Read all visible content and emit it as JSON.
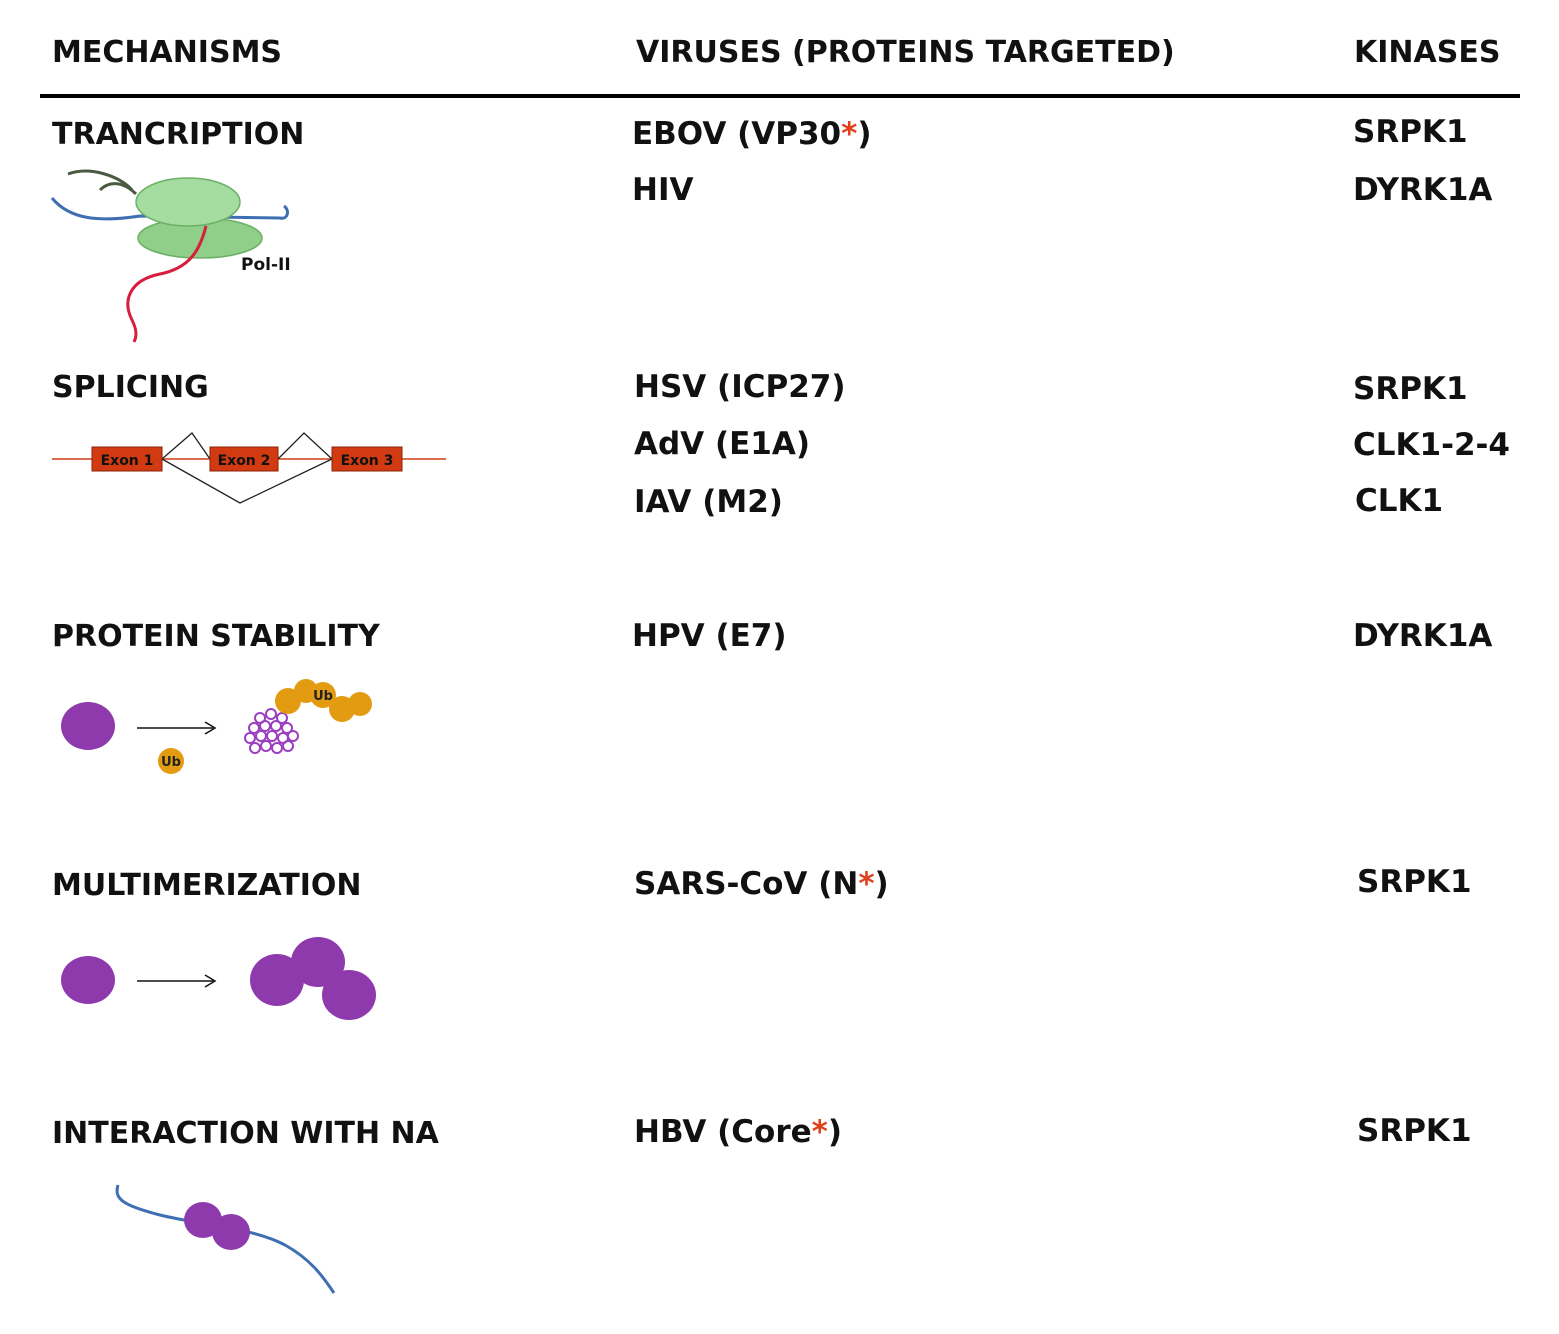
{
  "header": {
    "mechanisms": "MECHANISMS",
    "viruses": "VIRUSES (PROTEINS TARGETED)",
    "kinases": "KINASES"
  },
  "rows": [
    {
      "mechanism": "TRANCRIPTION",
      "viruses": [
        {
          "name": "EBOV (VP30",
          "star": "*",
          "close": ")"
        },
        {
          "name": "HIV",
          "star": "",
          "close": ""
        }
      ],
      "kinases": [
        "SRPK1",
        "DYRK1A"
      ],
      "figure_label": "Pol-II"
    },
    {
      "mechanism": "SPLICING",
      "viruses": [
        {
          "name": "HSV (ICP27)",
          "star": "",
          "close": ""
        },
        {
          "name": "AdV (E1A)",
          "star": "",
          "close": ""
        },
        {
          "name": "IAV (M2)",
          "star": "",
          "close": ""
        }
      ],
      "kinases": [
        "SRPK1",
        "CLK1-2-4",
        "CLK1"
      ],
      "exons": [
        "Exon 1",
        "Exon 2",
        "Exon 3"
      ]
    },
    {
      "mechanism": "PROTEIN STABILITY",
      "viruses": [
        {
          "name": "HPV (E7)",
          "star": "",
          "close": ""
        }
      ],
      "kinases": [
        "DYRK1A"
      ],
      "ub_label": "Ub"
    },
    {
      "mechanism": "MULTIMERIZATION",
      "viruses": [
        {
          "name": "SARS-CoV (N",
          "star": "*",
          "close": ")"
        }
      ],
      "kinases": [
        "SRPK1"
      ]
    },
    {
      "mechanism": "INTERACTION WITH NA",
      "viruses": [
        {
          "name": "HBV (Core",
          "star": "*",
          "close": ")"
        }
      ],
      "kinases": [
        "SRPK1"
      ]
    }
  ],
  "colors": {
    "star": "#e0401a",
    "protein": "#8e3aad",
    "ubiquitin": "#e39b12",
    "exon": "#d23a12",
    "pol2": "#8fcf8a",
    "dna": "#3f6fb3",
    "rna": "#d81e3c"
  }
}
